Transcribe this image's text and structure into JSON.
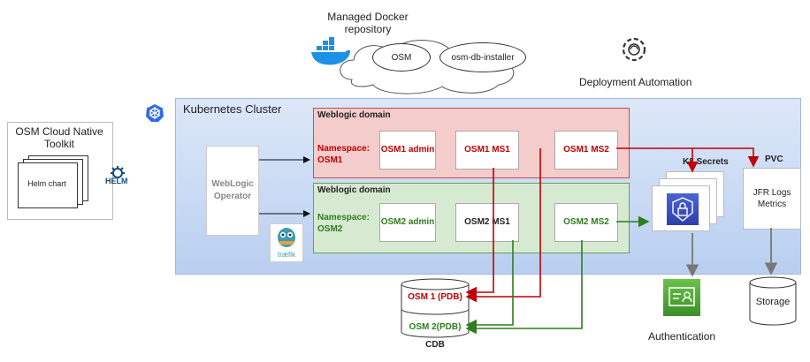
{
  "repo": {
    "title": "Managed Docker repository",
    "images": [
      "OSM",
      "osm-db-installer"
    ]
  },
  "automation": {
    "label": "Deployment Automation"
  },
  "toolkit": {
    "title": "OSM Cloud Native Toolkit",
    "chart_label": "Helm chart",
    "helm_label": "HELM"
  },
  "cluster": {
    "title": "Kubernetes Cluster"
  },
  "operator": {
    "label": "WebLogic Operator"
  },
  "traefik_label": "træfik",
  "domains": [
    {
      "title": "Weblogic domain",
      "namespace": "Namespace: OSM1",
      "admin": "OSM1 admin",
      "ms1": "OSM1 MS1",
      "ms2": "OSM1 MS2"
    },
    {
      "title": "Weblogic domain",
      "namespace": "Namespace: OSM2",
      "admin": "OSM2 admin",
      "ms1": "OSM2 MS1",
      "ms2": "OSM2 MS2"
    }
  ],
  "secrets": {
    "label": "K8 Secrets"
  },
  "pvc": {
    "label": "PVC",
    "content": "JFR Logs Metrics"
  },
  "storage": {
    "label": "Storage"
  },
  "auth": {
    "label": "Authentication"
  },
  "db": {
    "pdb1": "OSM 1 (PDB)",
    "pdb2": "OSM 2(PDB)",
    "cdb": "CDB"
  },
  "colors": {
    "osm1": "#c00000",
    "osm2": "#2e7d1e",
    "cluster": "#c7d9f4"
  }
}
